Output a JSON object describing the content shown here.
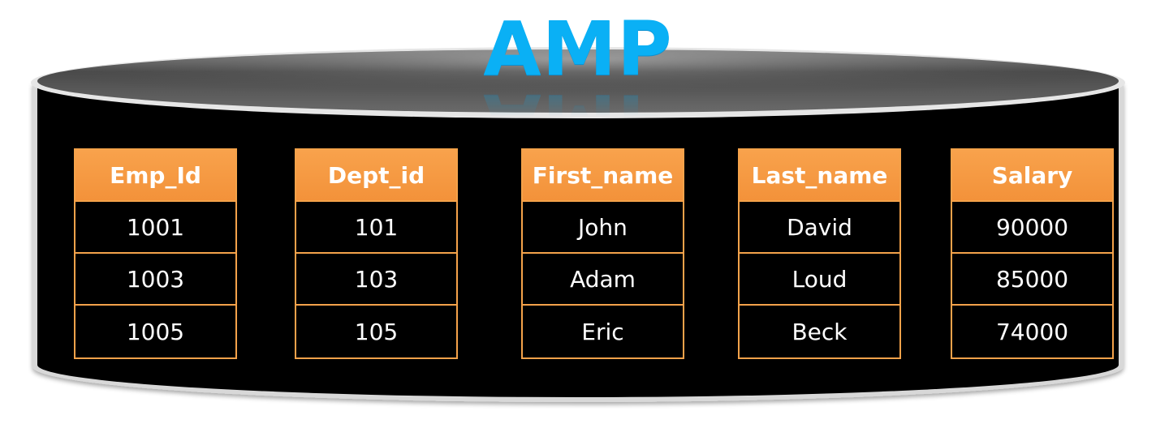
{
  "title": "AMP",
  "colors": {
    "title": "#0ab0f5",
    "header_fill": "#f89c3f",
    "cell_border": "#f4a24a",
    "cylinder_body": "#000000",
    "cylinder_top": "#5a5a5a"
  },
  "table": {
    "columns": [
      {
        "header": "Emp_Id",
        "cells": [
          "1001",
          "1003",
          "1005"
        ]
      },
      {
        "header": "Dept_id",
        "cells": [
          "101",
          "103",
          "105"
        ]
      },
      {
        "header": "First_name",
        "cells": [
          "John",
          "Adam",
          "Eric"
        ]
      },
      {
        "header": "Last_name",
        "cells": [
          "David",
          "Loud",
          "Beck"
        ]
      },
      {
        "header": "Salary",
        "cells": [
          "90000",
          "85000",
          "74000"
        ]
      }
    ]
  }
}
